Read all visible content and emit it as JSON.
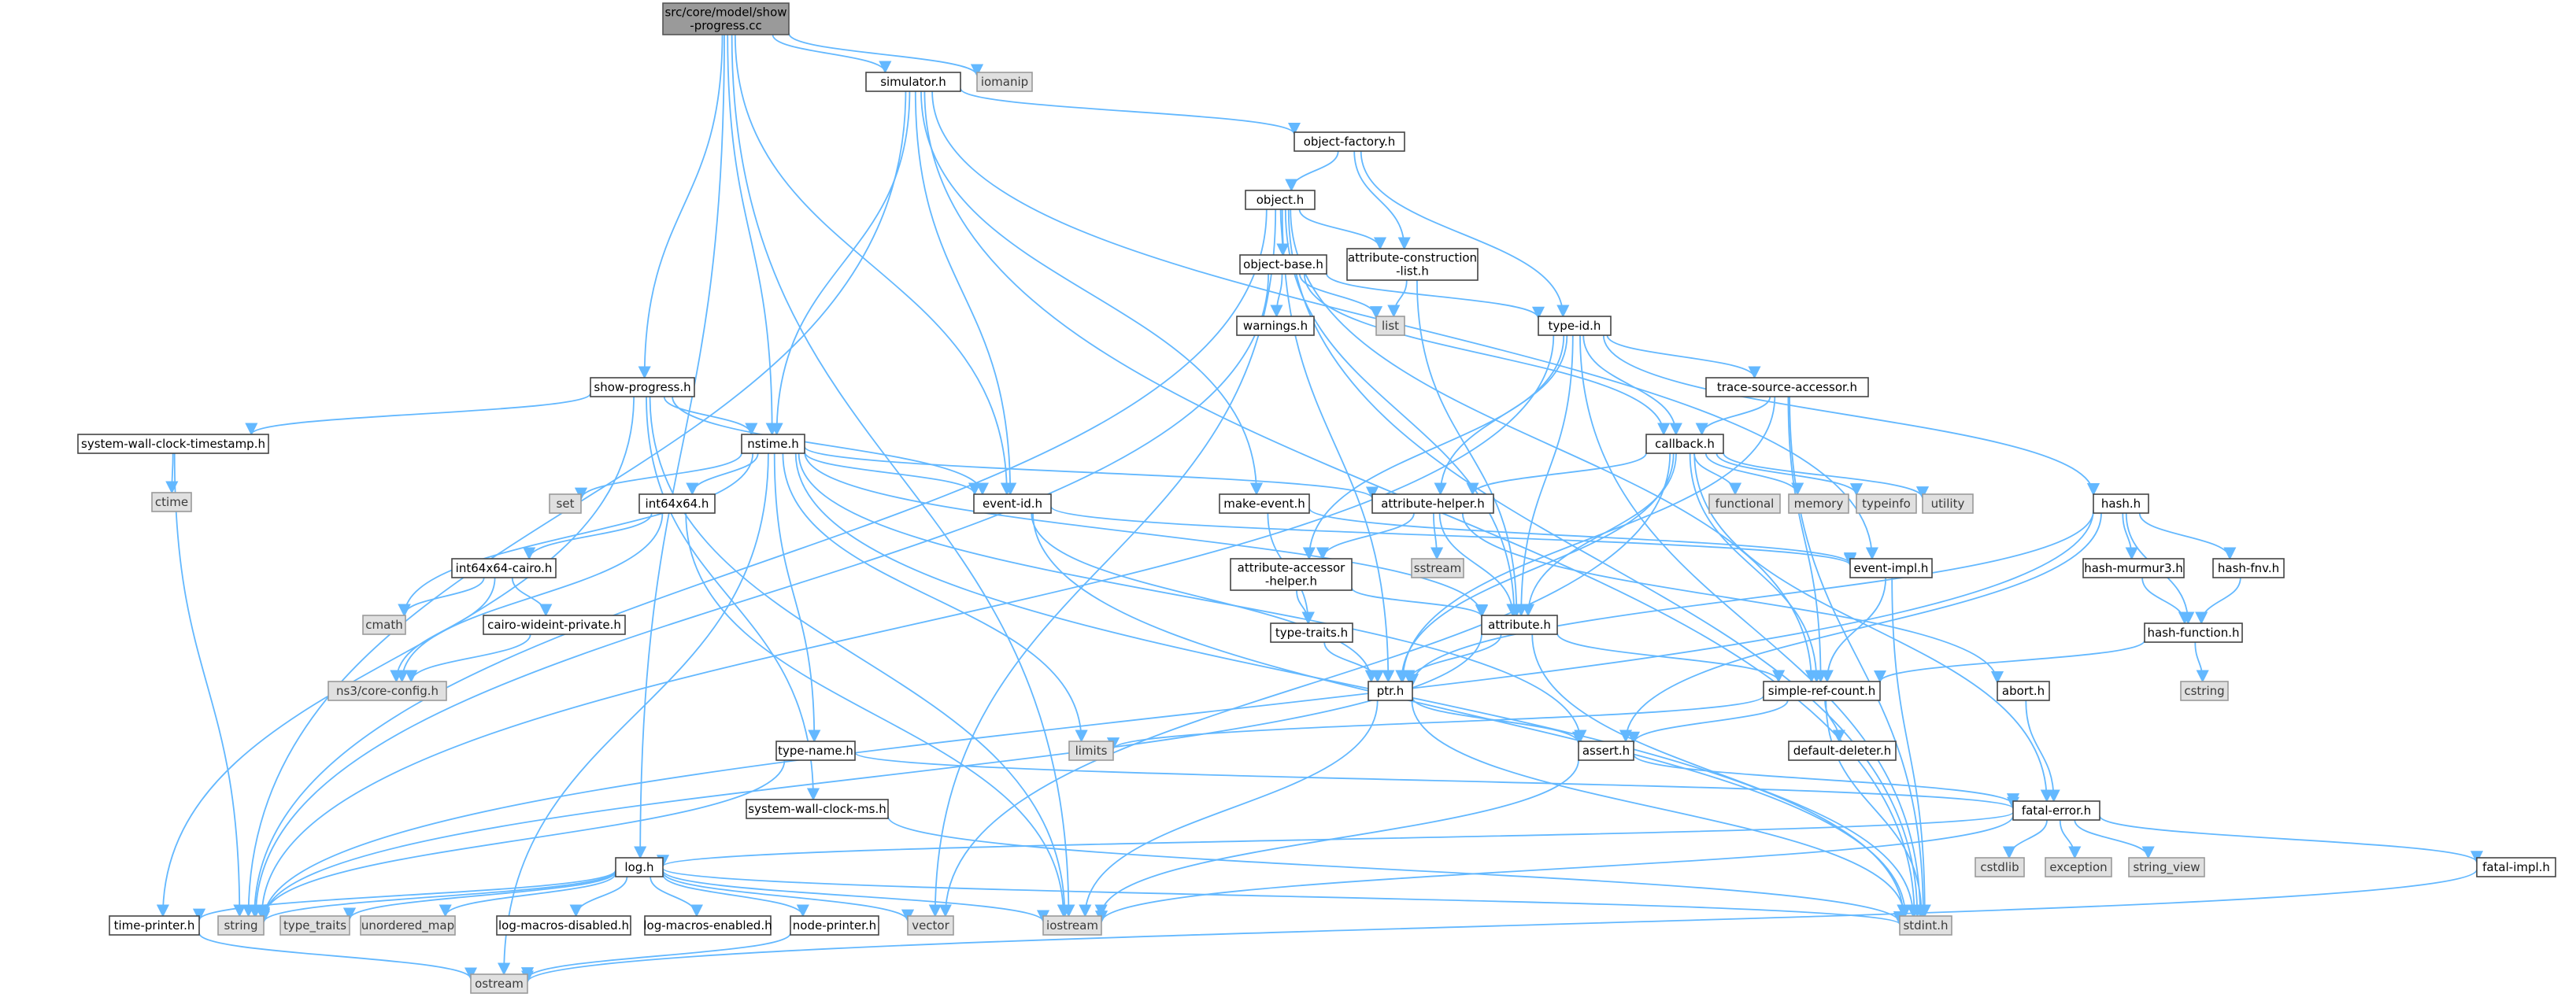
{
  "diagram": {
    "edge_color": "#63b8ff",
    "file_fill": "#ffffff",
    "system_fill": "#e0e0e0",
    "root_fill": "#9a9a9a",
    "nodes": [
      {
        "id": "root",
        "label": "src/core/model/show\n-progress.cc",
        "kind": "root"
      },
      {
        "id": "simulator_h",
        "label": "simulator.h",
        "kind": "file"
      },
      {
        "id": "iomanip",
        "label": "iomanip",
        "kind": "sys"
      },
      {
        "id": "object_factory_h",
        "label": "object-factory.h",
        "kind": "file"
      },
      {
        "id": "object_h",
        "label": "object.h",
        "kind": "file"
      },
      {
        "id": "object_base_h",
        "label": "object-base.h",
        "kind": "file"
      },
      {
        "id": "attr_construction_list_h",
        "label": "attribute-construction\n-list.h",
        "kind": "file"
      },
      {
        "id": "warnings_h",
        "label": "warnings.h",
        "kind": "file"
      },
      {
        "id": "list",
        "label": "list",
        "kind": "sys"
      },
      {
        "id": "type_id_h",
        "label": "type-id.h",
        "kind": "file"
      },
      {
        "id": "show_progress_h",
        "label": "show-progress.h",
        "kind": "file"
      },
      {
        "id": "trace_source_accessor_h",
        "label": "trace-source-accessor.h",
        "kind": "file"
      },
      {
        "id": "system_wall_clock_timestamp_h",
        "label": "system-wall-clock-timestamp.h",
        "kind": "file"
      },
      {
        "id": "nstime_h",
        "label": "nstime.h",
        "kind": "file"
      },
      {
        "id": "callback_h",
        "label": "callback.h",
        "kind": "file"
      },
      {
        "id": "ctime",
        "label": "ctime",
        "kind": "sys"
      },
      {
        "id": "set",
        "label": "set",
        "kind": "sys"
      },
      {
        "id": "int64x64_h",
        "label": "int64x64.h",
        "kind": "file"
      },
      {
        "id": "event_id_h",
        "label": "event-id.h",
        "kind": "file"
      },
      {
        "id": "make_event_h",
        "label": "make-event.h",
        "kind": "file"
      },
      {
        "id": "functional",
        "label": "functional",
        "kind": "sys"
      },
      {
        "id": "memory",
        "label": "memory",
        "kind": "sys"
      },
      {
        "id": "typeinfo",
        "label": "typeinfo",
        "kind": "sys"
      },
      {
        "id": "utility",
        "label": "utility",
        "kind": "sys"
      },
      {
        "id": "hash_h",
        "label": "hash.h",
        "kind": "file"
      },
      {
        "id": "attribute_helper_h",
        "label": "attribute-helper.h",
        "kind": "file"
      },
      {
        "id": "int64x64_cairo_h",
        "label": "int64x64-cairo.h",
        "kind": "file"
      },
      {
        "id": "sstream",
        "label": "sstream",
        "kind": "sys"
      },
      {
        "id": "event_impl_h",
        "label": "event-impl.h",
        "kind": "file"
      },
      {
        "id": "hash_murmur3_h",
        "label": "hash-murmur3.h",
        "kind": "file"
      },
      {
        "id": "hash_fnv_h",
        "label": "hash-fnv.h",
        "kind": "file"
      },
      {
        "id": "attribute_accessor_helper_h",
        "label": "attribute-accessor\n-helper.h",
        "kind": "file"
      },
      {
        "id": "cmath",
        "label": "cmath",
        "kind": "sys"
      },
      {
        "id": "cairo_wideint_private_h",
        "label": "cairo-wideint-private.h",
        "kind": "file"
      },
      {
        "id": "attribute_h",
        "label": "attribute.h",
        "kind": "file"
      },
      {
        "id": "type_traits_h",
        "label": "type-traits.h",
        "kind": "file"
      },
      {
        "id": "hash_function_h",
        "label": "hash-function.h",
        "kind": "file"
      },
      {
        "id": "ns3_core_config_h",
        "label": "ns3/core-config.h",
        "kind": "sys"
      },
      {
        "id": "cstring",
        "label": "cstring",
        "kind": "sys"
      },
      {
        "id": "ptr_h",
        "label": "ptr.h",
        "kind": "file"
      },
      {
        "id": "simple_ref_count_h",
        "label": "simple-ref-count.h",
        "kind": "file"
      },
      {
        "id": "abort_h",
        "label": "abort.h",
        "kind": "file"
      },
      {
        "id": "type_name_h",
        "label": "type-name.h",
        "kind": "file"
      },
      {
        "id": "limits",
        "label": "limits",
        "kind": "sys"
      },
      {
        "id": "assert_h",
        "label": "assert.h",
        "kind": "file"
      },
      {
        "id": "default_deleter_h",
        "label": "default-deleter.h",
        "kind": "file"
      },
      {
        "id": "system_wall_clock_ms_h",
        "label": "system-wall-clock-ms.h",
        "kind": "file"
      },
      {
        "id": "fatal_error_h",
        "label": "fatal-error.h",
        "kind": "file"
      },
      {
        "id": "log_h",
        "label": "log.h",
        "kind": "file"
      },
      {
        "id": "cstdlib",
        "label": "cstdlib",
        "kind": "sys"
      },
      {
        "id": "exception",
        "label": "exception",
        "kind": "sys"
      },
      {
        "id": "string_view",
        "label": "string_view",
        "kind": "sys"
      },
      {
        "id": "fatal_impl_h",
        "label": "fatal-impl.h",
        "kind": "file"
      },
      {
        "id": "time_printer_h",
        "label": "time-printer.h",
        "kind": "file"
      },
      {
        "id": "string",
        "label": "string",
        "kind": "sys"
      },
      {
        "id": "type_traits",
        "label": "type_traits",
        "kind": "sys"
      },
      {
        "id": "unordered_map",
        "label": "unordered_map",
        "kind": "sys"
      },
      {
        "id": "log_macros_disabled_h",
        "label": "log-macros-disabled.h",
        "kind": "file"
      },
      {
        "id": "log_macros_enabled_h",
        "label": "log-macros-enabled.h",
        "kind": "file"
      },
      {
        "id": "node_printer_h",
        "label": "node-printer.h",
        "kind": "file"
      },
      {
        "id": "vector",
        "label": "vector",
        "kind": "sys"
      },
      {
        "id": "iostream",
        "label": "iostream",
        "kind": "sys"
      },
      {
        "id": "stdint_h",
        "label": "stdint.h",
        "kind": "sys"
      },
      {
        "id": "ostream",
        "label": "ostream",
        "kind": "sys"
      }
    ],
    "edges": [
      [
        "root",
        "simulator_h"
      ],
      [
        "root",
        "iomanip"
      ],
      [
        "root",
        "show_progress_h"
      ],
      [
        "root",
        "nstime_h"
      ],
      [
        "root",
        "event_id_h"
      ],
      [
        "root",
        "log_h"
      ],
      [
        "root",
        "iostream"
      ],
      [
        "simulator_h",
        "object_factory_h"
      ],
      [
        "simulator_h",
        "event_id_h"
      ],
      [
        "simulator_h",
        "event_impl_h"
      ],
      [
        "simulator_h",
        "make_event_h"
      ],
      [
        "simulator_h",
        "nstime_h"
      ],
      [
        "simulator_h",
        "string"
      ],
      [
        "simulator_h",
        "stdint_h"
      ],
      [
        "object_factory_h",
        "object_h"
      ],
      [
        "object_factory_h",
        "attr_construction_list_h"
      ],
      [
        "object_factory_h",
        "type_id_h"
      ],
      [
        "object_h",
        "object_base_h"
      ],
      [
        "object_h",
        "attr_construction_list_h"
      ],
      [
        "object_h",
        "ptr_h"
      ],
      [
        "object_h",
        "attribute_h"
      ],
      [
        "object_h",
        "simple_ref_count_h"
      ],
      [
        "object_h",
        "string"
      ],
      [
        "object_h",
        "vector"
      ],
      [
        "object_h",
        "stdint_h"
      ],
      [
        "object_base_h",
        "warnings_h"
      ],
      [
        "object_base_h",
        "list"
      ],
      [
        "object_base_h",
        "type_id_h"
      ],
      [
        "object_base_h",
        "callback_h"
      ],
      [
        "object_base_h",
        "string"
      ],
      [
        "attr_construction_list_h",
        "list"
      ],
      [
        "attr_construction_list_h",
        "attribute_h"
      ],
      [
        "type_id_h",
        "trace_source_accessor_h"
      ],
      [
        "type_id_h",
        "callback_h"
      ],
      [
        "type_id_h",
        "hash_h"
      ],
      [
        "type_id_h",
        "attribute_helper_h"
      ],
      [
        "type_id_h",
        "attribute_accessor_helper_h"
      ],
      [
        "type_id_h",
        "attribute_h"
      ],
      [
        "type_id_h",
        "string"
      ],
      [
        "type_id_h",
        "stdint_h"
      ],
      [
        "show_progress_h",
        "system_wall_clock_timestamp_h"
      ],
      [
        "show_progress_h",
        "nstime_h"
      ],
      [
        "show_progress_h",
        "event_id_h"
      ],
      [
        "show_progress_h",
        "system_wall_clock_ms_h"
      ],
      [
        "show_progress_h",
        "time_printer_h"
      ],
      [
        "show_progress_h",
        "iostream"
      ],
      [
        "trace_source_accessor_h",
        "callback_h"
      ],
      [
        "trace_source_accessor_h",
        "ptr_h"
      ],
      [
        "trace_source_accessor_h",
        "simple_ref_count_h"
      ],
      [
        "trace_source_accessor_h",
        "stdint_h"
      ],
      [
        "system_wall_clock_timestamp_h",
        "ctime"
      ],
      [
        "system_wall_clock_timestamp_h",
        "string"
      ],
      [
        "nstime_h",
        "set"
      ],
      [
        "nstime_h",
        "int64x64_h"
      ],
      [
        "nstime_h",
        "event_id_h"
      ],
      [
        "nstime_h",
        "attribute_helper_h"
      ],
      [
        "nstime_h",
        "attribute_h"
      ],
      [
        "nstime_h",
        "type_name_h"
      ],
      [
        "nstime_h",
        "limits"
      ],
      [
        "nstime_h",
        "cmath"
      ],
      [
        "nstime_h",
        "ostream"
      ],
      [
        "nstime_h",
        "stdint_h"
      ],
      [
        "nstime_h",
        "assert_h"
      ],
      [
        "callback_h",
        "functional"
      ],
      [
        "callback_h",
        "memory"
      ],
      [
        "callback_h",
        "typeinfo"
      ],
      [
        "callback_h",
        "utility"
      ],
      [
        "callback_h",
        "attribute_helper_h"
      ],
      [
        "callback_h",
        "attribute_h"
      ],
      [
        "callback_h",
        "ptr_h"
      ],
      [
        "callback_h",
        "simple_ref_count_h"
      ],
      [
        "callback_h",
        "fatal_error_h"
      ],
      [
        "callback_h",
        "vector"
      ],
      [
        "int64x64_h",
        "int64x64_cairo_h"
      ],
      [
        "int64x64_h",
        "ns3_core_config_h"
      ],
      [
        "int64x64_h",
        "iostream"
      ],
      [
        "event_id_h",
        "event_impl_h"
      ],
      [
        "event_id_h",
        "ptr_h"
      ],
      [
        "event_id_h",
        "stdint_h"
      ],
      [
        "make_event_h",
        "event_impl_h"
      ],
      [
        "make_event_h",
        "type_traits_h"
      ],
      [
        "hash_h",
        "hash_murmur3_h"
      ],
      [
        "hash_h",
        "hash_fnv_h"
      ],
      [
        "hash_h",
        "hash_function_h"
      ],
      [
        "hash_h",
        "assert_h"
      ],
      [
        "hash_h",
        "ptr_h"
      ],
      [
        "hash_h",
        "string"
      ],
      [
        "attribute_helper_h",
        "attribute_accessor_helper_h"
      ],
      [
        "attribute_helper_h",
        "attribute_h"
      ],
      [
        "attribute_helper_h",
        "sstream"
      ],
      [
        "attribute_helper_h",
        "abort_h"
      ],
      [
        "int64x64_cairo_h",
        "cmath"
      ],
      [
        "int64x64_cairo_h",
        "cairo_wideint_private_h"
      ],
      [
        "int64x64_cairo_h",
        "ns3_core_config_h"
      ],
      [
        "event_impl_h",
        "simple_ref_count_h"
      ],
      [
        "event_impl_h",
        "stdint_h"
      ],
      [
        "hash_murmur3_h",
        "hash_function_h"
      ],
      [
        "hash_fnv_h",
        "hash_function_h"
      ],
      [
        "attribute_accessor_helper_h",
        "attribute_h"
      ],
      [
        "attribute_accessor_helper_h",
        "type_traits_h"
      ],
      [
        "cairo_wideint_private_h",
        "ns3_core_config_h"
      ],
      [
        "attribute_h",
        "ptr_h"
      ],
      [
        "attribute_h",
        "simple_ref_count_h"
      ],
      [
        "attribute_h",
        "string"
      ],
      [
        "attribute_h",
        "stdint_h"
      ],
      [
        "type_traits_h",
        "ptr_h"
      ],
      [
        "hash_function_h",
        "cstring"
      ],
      [
        "hash_function_h",
        "simple_ref_count_h"
      ],
      [
        "ptr_h",
        "assert_h"
      ],
      [
        "ptr_h",
        "iostream"
      ],
      [
        "ptr_h",
        "stdint_h"
      ],
      [
        "simple_ref_count_h",
        "assert_h"
      ],
      [
        "simple_ref_count_h",
        "default_deleter_h"
      ],
      [
        "simple_ref_count_h",
        "limits"
      ],
      [
        "simple_ref_count_h",
        "stdint_h"
      ],
      [
        "abort_h",
        "fatal_error_h"
      ],
      [
        "type_name_h",
        "fatal_error_h"
      ],
      [
        "type_name_h",
        "string"
      ],
      [
        "assert_h",
        "fatal_error_h"
      ],
      [
        "assert_h",
        "iostream"
      ],
      [
        "system_wall_clock_ms_h",
        "stdint_h"
      ],
      [
        "fatal_error_h",
        "log_h"
      ],
      [
        "fatal_error_h",
        "cstdlib"
      ],
      [
        "fatal_error_h",
        "exception"
      ],
      [
        "fatal_error_h",
        "string_view"
      ],
      [
        "fatal_error_h",
        "fatal_impl_h"
      ],
      [
        "fatal_error_h",
        "iostream"
      ],
      [
        "fatal_impl_h",
        "ostream"
      ],
      [
        "log_h",
        "time_printer_h"
      ],
      [
        "log_h",
        "string"
      ],
      [
        "log_h",
        "type_traits"
      ],
      [
        "log_h",
        "unordered_map"
      ],
      [
        "log_h",
        "log_macros_disabled_h"
      ],
      [
        "log_h",
        "log_macros_enabled_h"
      ],
      [
        "log_h",
        "node_printer_h"
      ],
      [
        "log_h",
        "vector"
      ],
      [
        "log_h",
        "iostream"
      ],
      [
        "log_h",
        "stdint_h"
      ],
      [
        "time_printer_h",
        "ostream"
      ],
      [
        "node_printer_h",
        "ostream"
      ]
    ]
  }
}
